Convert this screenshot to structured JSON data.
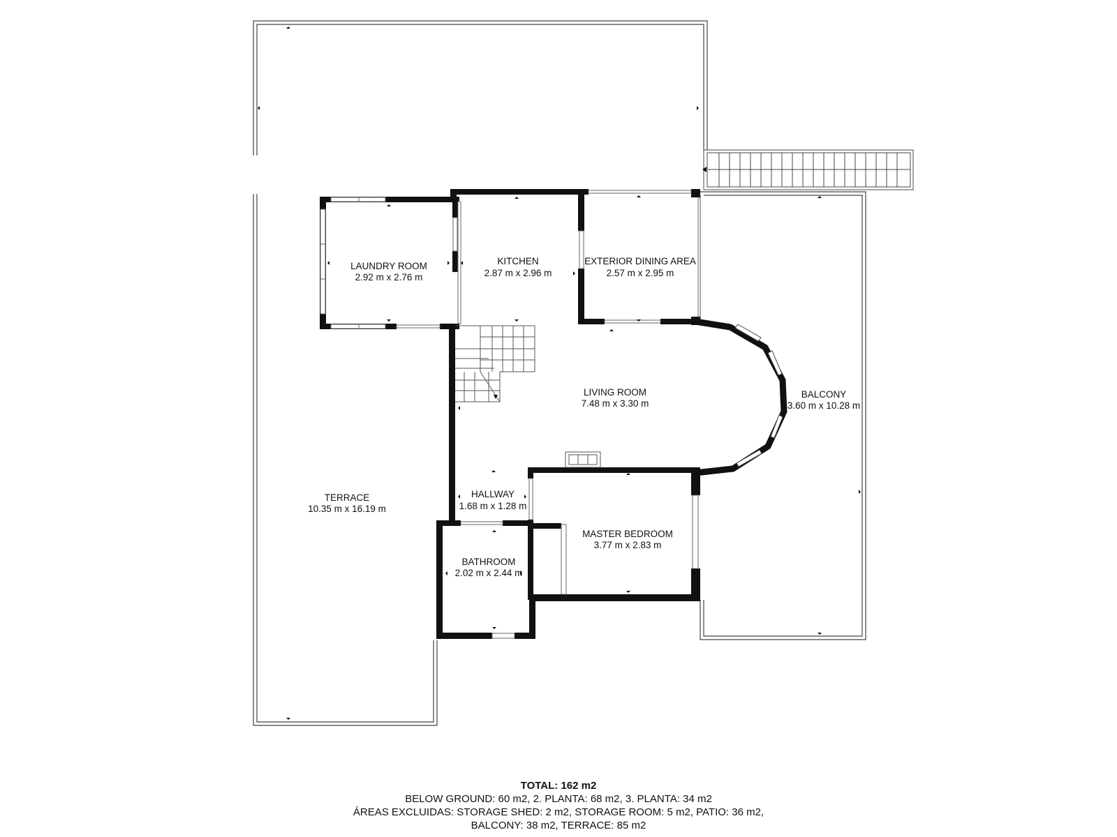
{
  "rooms": {
    "laundry": {
      "name": "LAUNDRY ROOM",
      "dims": "2.92 m x 2.76 m"
    },
    "kitchen": {
      "name": "KITCHEN",
      "dims": "2.87 m x 2.96 m"
    },
    "exterior_dining": {
      "name": "EXTERIOR DINING AREA",
      "dims": "2.57 m x 2.95 m"
    },
    "living": {
      "name": "LIVING ROOM",
      "dims": "7.48 m x 3.30 m"
    },
    "balcony": {
      "name": "BALCONY",
      "dims": "3.60 m x 10.28 m"
    },
    "hallway": {
      "name": "HALLWAY",
      "dims": "1.68 m x 1.28 m"
    },
    "master_bedroom": {
      "name": "MASTER BEDROOM",
      "dims": "3.77 m x 2.83 m"
    },
    "bathroom": {
      "name": "BATHROOM",
      "dims": "2.02 m x 2.44 m"
    },
    "terrace": {
      "name": "TERRACE",
      "dims": "10.35 m x 16.19 m"
    }
  },
  "summary": {
    "total": "TOTAL: 162 m2",
    "line1": "BELOW GROUND: 60 m2, 2. PLANTA: 68 m2, 3. PLANTA: 34 m2",
    "line2": "ÁREAS EXCLUIDAS: STORAGE SHED: 2 m2, STORAGE ROOM: 5 m2, PATIO: 36 m2,",
    "line3": "BALCONY: 38 m2, TERRACE: 85 m2"
  },
  "colors": {
    "wall": "#111111",
    "outline": "#444444",
    "background": "#ffffff"
  }
}
